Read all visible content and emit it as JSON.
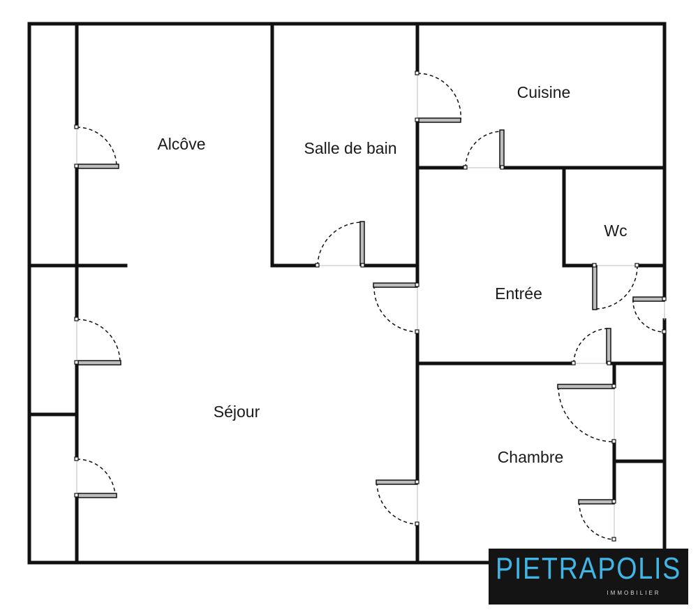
{
  "rooms": {
    "alcove": "Alcôve",
    "salle_de_bain": "Salle de bain",
    "cuisine": "Cuisine",
    "wc": "Wc",
    "entree": "Entrée",
    "sejour": "Séjour",
    "chambre": "Chambre"
  },
  "brand": {
    "name": "PIETRAPOLIS",
    "tagline": "IMMOBILIER"
  },
  "colors": {
    "walls": "#111111",
    "door_leaf": "#bdbdbd",
    "brand_background": "#141414",
    "brand_text": "#3fb6e6"
  }
}
